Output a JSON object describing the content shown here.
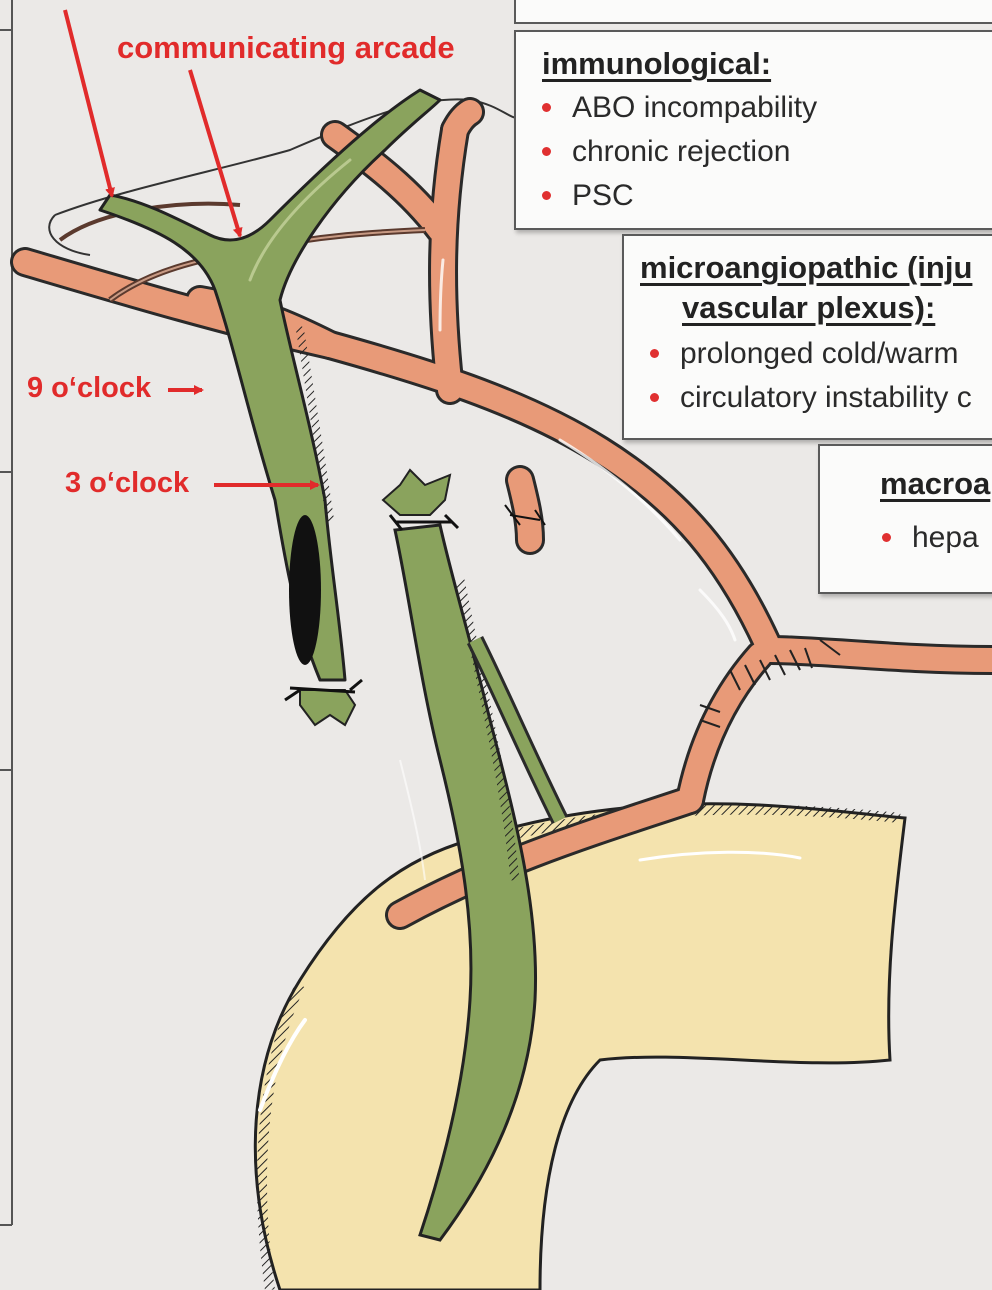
{
  "labels": {
    "communicating_arcade": "communicating arcade",
    "nine_oclock": "9 o‘clock",
    "three_oclock": "3 o‘clock"
  },
  "boxes": {
    "immunological": {
      "title": "immunological:",
      "items": [
        "ABO incompability",
        "chronic rejection",
        "PSC"
      ]
    },
    "microangiopathic": {
      "title_line1": "microangiopathic (inju",
      "title_line2": "vascular plexus):",
      "items": [
        "prolonged cold/warm",
        "circulatory instability c"
      ]
    },
    "macroangiopathic": {
      "title": "macroa",
      "items": [
        "hepa"
      ]
    }
  },
  "colors": {
    "label_red": "#e12b2b",
    "bile_duct_green": "#8aa35d",
    "artery_salmon": "#e89a78",
    "duodenum_yellow": "#f4e3ae",
    "bullet_red": "#e03030"
  }
}
